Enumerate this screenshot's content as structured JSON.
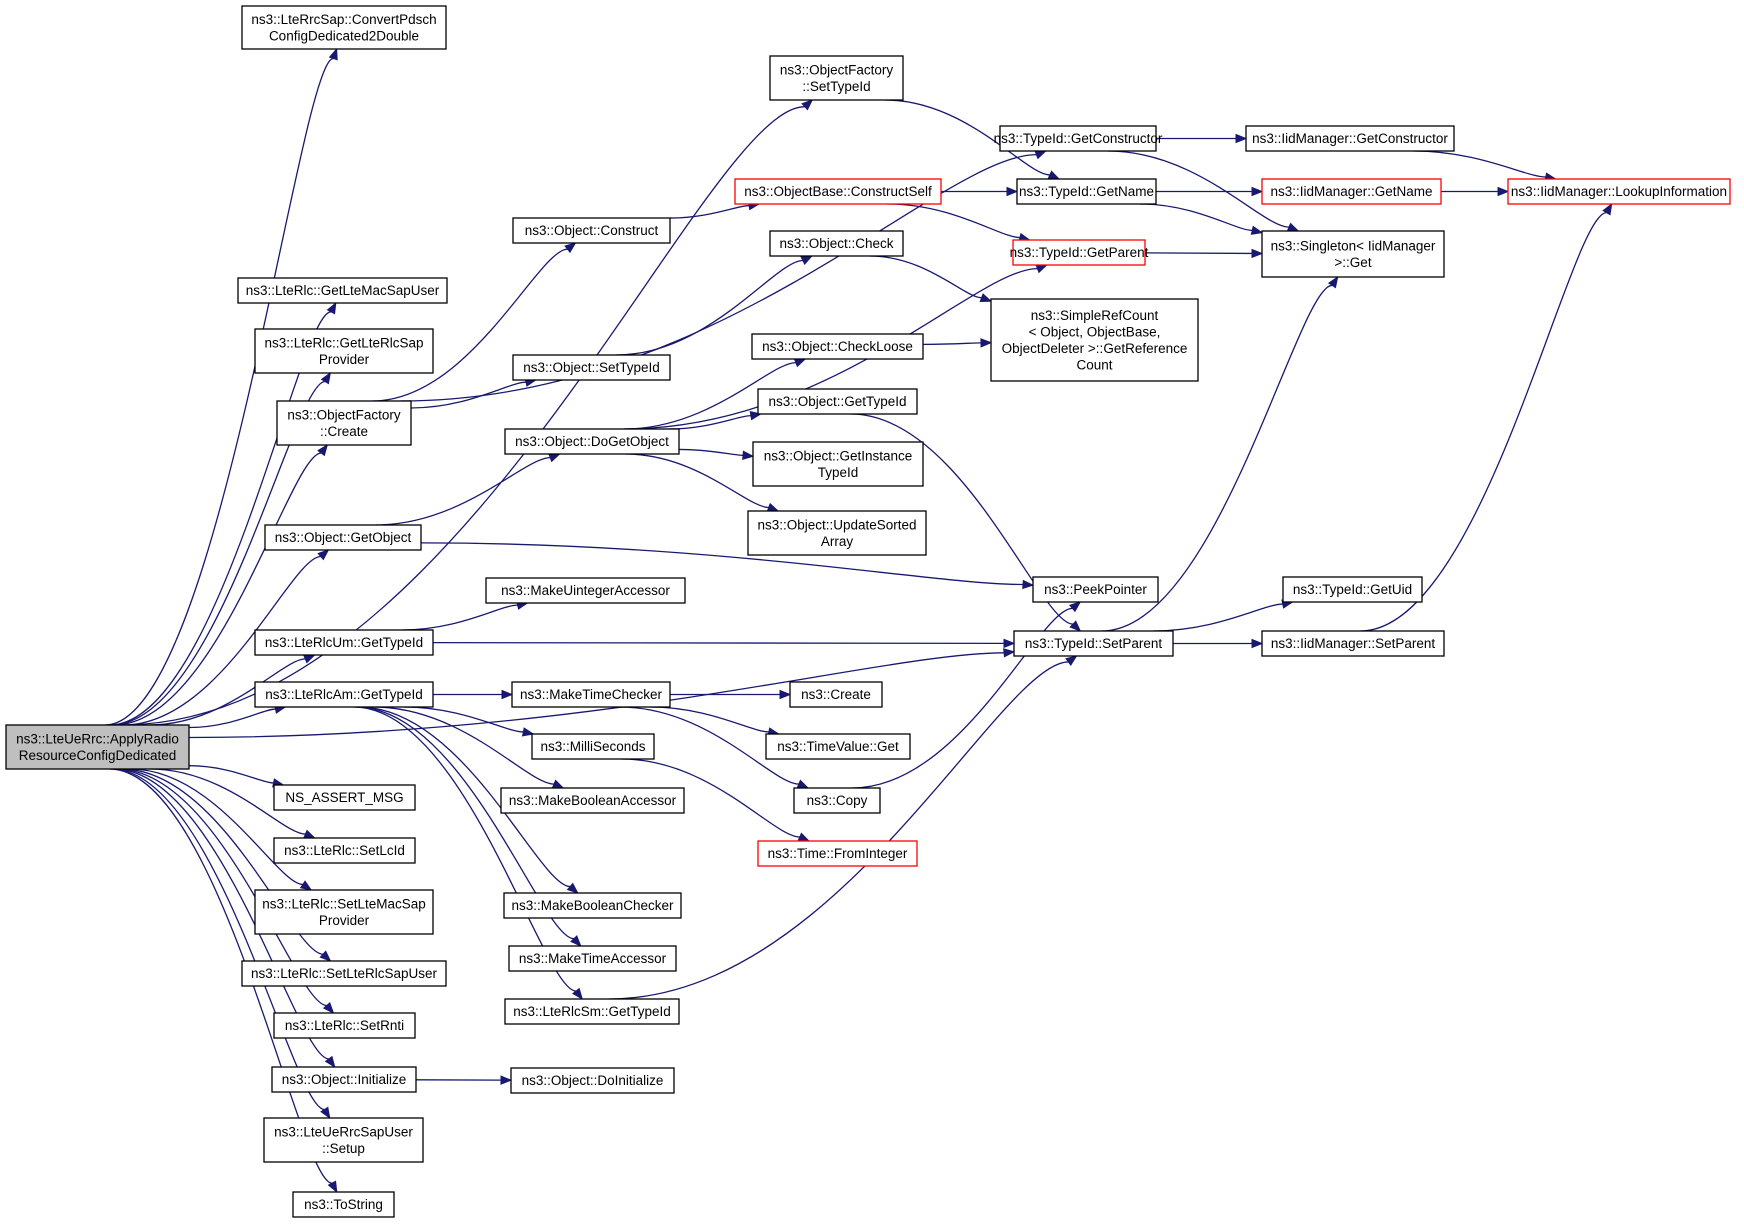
{
  "colors": {
    "edge": "#191970",
    "node_border": "#000000",
    "truncated_border": "#ff0000",
    "root_fill": "#bfbfbf",
    "node_fill": "#ffffff"
  },
  "nodes": [
    {
      "id": "root",
      "lines": [
        "ns3::LteUeRrc::ApplyRadio",
        "ResourceConfigDedicated"
      ],
      "style": "root"
    },
    {
      "id": "convertPdsch",
      "lines": [
        "ns3::LteRrcSap::ConvertPdsch",
        "ConfigDedicated2Double"
      ],
      "style": "normal"
    },
    {
      "id": "ofSetTypeId",
      "lines": [
        "ns3::ObjectFactory",
        "::SetTypeId"
      ],
      "style": "normal"
    },
    {
      "id": "tidGetConstructor",
      "lines": [
        "ns3::TypeId::GetConstructor"
      ],
      "style": "normal"
    },
    {
      "id": "iidGetConstructor",
      "lines": [
        "ns3::IidManager::GetConstructor"
      ],
      "style": "normal"
    },
    {
      "id": "iidLookup",
      "lines": [
        "ns3::IidManager::LookupInformation"
      ],
      "style": "truncated"
    },
    {
      "id": "obConstructSelf",
      "lines": [
        "ns3::ObjectBase::ConstructSelf"
      ],
      "style": "truncated"
    },
    {
      "id": "tidGetName",
      "lines": [
        "ns3::TypeId::GetName"
      ],
      "style": "normal"
    },
    {
      "id": "iidGetName",
      "lines": [
        "ns3::IidManager::GetName"
      ],
      "style": "truncated"
    },
    {
      "id": "objConstruct",
      "lines": [
        "ns3::Object::Construct"
      ],
      "style": "normal"
    },
    {
      "id": "objCheck",
      "lines": [
        "ns3::Object::Check"
      ],
      "style": "normal"
    },
    {
      "id": "tidGetParent",
      "lines": [
        "ns3::TypeId::GetParent"
      ],
      "style": "truncated"
    },
    {
      "id": "singletonGet",
      "lines": [
        "ns3::Singleton< IidManager",
        ">::Get"
      ],
      "style": "normal"
    },
    {
      "id": "rlcGetLteMacSapUser",
      "lines": [
        "ns3::LteRlc::GetLteMacSapUser"
      ],
      "style": "normal"
    },
    {
      "id": "simpleRefCount",
      "lines": [
        "ns3::SimpleRefCount",
        "< Object, ObjectBase,",
        "ObjectDeleter >::GetReference",
        "Count"
      ],
      "style": "normal"
    },
    {
      "id": "rlcGetLteRlcSapProvider",
      "lines": [
        "ns3::LteRlc::GetLteRlcSap",
        "Provider"
      ],
      "style": "normal"
    },
    {
      "id": "objCheckLoose",
      "lines": [
        "ns3::Object::CheckLoose"
      ],
      "style": "normal"
    },
    {
      "id": "objSetTypeId",
      "lines": [
        "ns3::Object::SetTypeId"
      ],
      "style": "normal"
    },
    {
      "id": "ofCreate",
      "lines": [
        "ns3::ObjectFactory",
        "::Create"
      ],
      "style": "normal"
    },
    {
      "id": "objGetTypeId",
      "lines": [
        "ns3::Object::GetTypeId"
      ],
      "style": "normal"
    },
    {
      "id": "objDoGetObject",
      "lines": [
        "ns3::Object::DoGetObject"
      ],
      "style": "normal"
    },
    {
      "id": "objGetInstanceTypeId",
      "lines": [
        "ns3::Object::GetInstance",
        "TypeId"
      ],
      "style": "normal"
    },
    {
      "id": "objUpdateSortedArray",
      "lines": [
        "ns3::Object::UpdateSorted",
        "Array"
      ],
      "style": "normal"
    },
    {
      "id": "objGetObject",
      "lines": [
        "ns3::Object::GetObject"
      ],
      "style": "normal"
    },
    {
      "id": "peekPointer",
      "lines": [
        "ns3::PeekPointer"
      ],
      "style": "normal"
    },
    {
      "id": "makeUintegerAccessor",
      "lines": [
        "ns3::MakeUintegerAccessor"
      ],
      "style": "normal"
    },
    {
      "id": "tidGetUid",
      "lines": [
        "ns3::TypeId::GetUid"
      ],
      "style": "normal"
    },
    {
      "id": "rlcUmGetTypeId",
      "lines": [
        "ns3::LteRlcUm::GetTypeId"
      ],
      "style": "normal"
    },
    {
      "id": "tidSetParent",
      "lines": [
        "ns3::TypeId::SetParent"
      ],
      "style": "normal"
    },
    {
      "id": "iidSetParent",
      "lines": [
        "ns3::IidManager::SetParent"
      ],
      "style": "normal"
    },
    {
      "id": "rlcAmGetTypeId",
      "lines": [
        "ns3::LteRlcAm::GetTypeId"
      ],
      "style": "normal"
    },
    {
      "id": "makeTimeChecker",
      "lines": [
        "ns3::MakeTimeChecker"
      ],
      "style": "normal"
    },
    {
      "id": "create",
      "lines": [
        "ns3::Create"
      ],
      "style": "normal"
    },
    {
      "id": "timeValueGet",
      "lines": [
        "ns3::TimeValue::Get"
      ],
      "style": "normal"
    },
    {
      "id": "milliSeconds",
      "lines": [
        "ns3::MilliSeconds"
      ],
      "style": "normal"
    },
    {
      "id": "makeBooleanAccessor",
      "lines": [
        "ns3::MakeBooleanAccessor"
      ],
      "style": "normal"
    },
    {
      "id": "copy",
      "lines": [
        "ns3::Copy"
      ],
      "style": "normal"
    },
    {
      "id": "nsAssertMsg",
      "lines": [
        "NS_ASSERT_MSG"
      ],
      "style": "normal"
    },
    {
      "id": "timeFromInteger",
      "lines": [
        "ns3::Time::FromInteger"
      ],
      "style": "truncated"
    },
    {
      "id": "rlcSetLcId",
      "lines": [
        "ns3::LteRlc::SetLcId"
      ],
      "style": "normal"
    },
    {
      "id": "rlcSetLteMacSapProvider",
      "lines": [
        "ns3::LteRlc::SetLteMacSap",
        "Provider"
      ],
      "style": "normal"
    },
    {
      "id": "makeBooleanChecker",
      "lines": [
        "ns3::MakeBooleanChecker"
      ],
      "style": "normal"
    },
    {
      "id": "makeTimeAccessor",
      "lines": [
        "ns3::MakeTimeAccessor"
      ],
      "style": "normal"
    },
    {
      "id": "rlcSetLteRlcSapUser",
      "lines": [
        "ns3::LteRlc::SetLteRlcSapUser"
      ],
      "style": "normal"
    },
    {
      "id": "rlcSmGetTypeId",
      "lines": [
        "ns3::LteRlcSm::GetTypeId"
      ],
      "style": "normal"
    },
    {
      "id": "rlcSetRnti",
      "lines": [
        "ns3::LteRlc::SetRnti"
      ],
      "style": "normal"
    },
    {
      "id": "objInitialize",
      "lines": [
        "ns3::Object::Initialize"
      ],
      "style": "normal"
    },
    {
      "id": "objDoInitialize",
      "lines": [
        "ns3::Object::DoInitialize"
      ],
      "style": "normal"
    },
    {
      "id": "rrcSapUserSetup",
      "lines": [
        "ns3::LteUeRrcSapUser",
        "::Setup"
      ],
      "style": "normal"
    },
    {
      "id": "toString",
      "lines": [
        "ns3::ToString"
      ],
      "style": "normal"
    }
  ],
  "edges": [
    [
      "root",
      "convertPdsch"
    ],
    [
      "root",
      "ofSetTypeId"
    ],
    [
      "root",
      "rlcGetLteMacSapUser"
    ],
    [
      "root",
      "rlcGetLteRlcSapProvider"
    ],
    [
      "root",
      "ofCreate"
    ],
    [
      "root",
      "objGetObject"
    ],
    [
      "root",
      "rlcUmGetTypeId"
    ],
    [
      "root",
      "rlcAmGetTypeId"
    ],
    [
      "root",
      "tidSetParent"
    ],
    [
      "root",
      "nsAssertMsg"
    ],
    [
      "root",
      "rlcSetLcId"
    ],
    [
      "root",
      "rlcSetLteMacSapProvider"
    ],
    [
      "root",
      "rlcSetLteRlcSapUser"
    ],
    [
      "root",
      "rlcSetRnti"
    ],
    [
      "root",
      "objInitialize"
    ],
    [
      "root",
      "rrcSapUserSetup"
    ],
    [
      "root",
      "toString"
    ],
    [
      "ofSetTypeId",
      "tidGetName"
    ],
    [
      "tidGetConstructor",
      "iidGetConstructor"
    ],
    [
      "tidGetConstructor",
      "singletonGet"
    ],
    [
      "iidGetConstructor",
      "iidLookup"
    ],
    [
      "obConstructSelf",
      "tidGetName"
    ],
    [
      "obConstructSelf",
      "tidGetParent"
    ],
    [
      "tidGetName",
      "iidGetName"
    ],
    [
      "tidGetName",
      "singletonGet"
    ],
    [
      "iidGetName",
      "iidLookup"
    ],
    [
      "objConstruct",
      "obConstructSelf"
    ],
    [
      "objCheck",
      "simpleRefCount"
    ],
    [
      "tidGetParent",
      "singletonGet"
    ],
    [
      "objCheckLoose",
      "simpleRefCount"
    ],
    [
      "objSetTypeId",
      "objCheck"
    ],
    [
      "ofCreate",
      "tidGetConstructor"
    ],
    [
      "ofCreate",
      "objConstruct"
    ],
    [
      "ofCreate",
      "objSetTypeId"
    ],
    [
      "objGetTypeId",
      "tidSetParent"
    ],
    [
      "objDoGetObject",
      "tidGetParent"
    ],
    [
      "objDoGetObject",
      "objCheckLoose"
    ],
    [
      "objDoGetObject",
      "objGetTypeId"
    ],
    [
      "objDoGetObject",
      "objGetInstanceTypeId"
    ],
    [
      "objDoGetObject",
      "objUpdateSortedArray"
    ],
    [
      "objGetObject",
      "objDoGetObject"
    ],
    [
      "objGetObject",
      "peekPointer"
    ],
    [
      "rlcUmGetTypeId",
      "makeUintegerAccessor"
    ],
    [
      "rlcUmGetTypeId",
      "tidSetParent"
    ],
    [
      "tidSetParent",
      "singletonGet"
    ],
    [
      "tidSetParent",
      "tidGetUid"
    ],
    [
      "tidSetParent",
      "iidSetParent"
    ],
    [
      "iidSetParent",
      "iidLookup"
    ],
    [
      "rlcAmGetTypeId",
      "makeTimeChecker"
    ],
    [
      "rlcAmGetTypeId",
      "milliSeconds"
    ],
    [
      "rlcAmGetTypeId",
      "makeBooleanAccessor"
    ],
    [
      "rlcAmGetTypeId",
      "makeBooleanChecker"
    ],
    [
      "rlcAmGetTypeId",
      "makeTimeAccessor"
    ],
    [
      "rlcAmGetTypeId",
      "rlcSmGetTypeId"
    ],
    [
      "makeTimeChecker",
      "create"
    ],
    [
      "makeTimeChecker",
      "timeValueGet"
    ],
    [
      "makeTimeChecker",
      "copy"
    ],
    [
      "milliSeconds",
      "timeFromInteger"
    ],
    [
      "copy",
      "peekPointer"
    ],
    [
      "rlcSmGetTypeId",
      "tidSetParent"
    ],
    [
      "objInitialize",
      "objDoInitialize"
    ]
  ]
}
